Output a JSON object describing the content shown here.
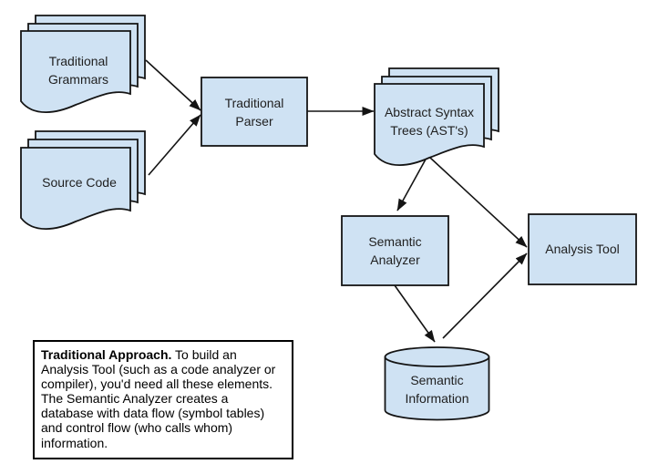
{
  "colors": {
    "canvas_bg": "#ffffff",
    "shape_fill": "#cfe2f3",
    "shape_stroke": "#141414",
    "text_color": "#1f1f1f",
    "caption_border": "#000000"
  },
  "nodes": {
    "traditional_grammars": {
      "shape": "document-stack",
      "lines": [
        "Traditional",
        "Grammars"
      ]
    },
    "source_code": {
      "shape": "document-stack",
      "lines": [
        "Source Code"
      ]
    },
    "traditional_parser": {
      "shape": "rectangle",
      "lines": [
        "Traditional",
        "Parser"
      ]
    },
    "abstract_syntax_trees": {
      "shape": "document-stack",
      "lines": [
        "Abstract Syntax",
        "Trees (AST's)"
      ]
    },
    "semantic_analyzer": {
      "shape": "rectangle",
      "lines": [
        "Semantic",
        "Analyzer"
      ]
    },
    "analysis_tool": {
      "shape": "rectangle",
      "lines": [
        "Analysis Tool"
      ]
    },
    "semantic_information": {
      "shape": "database-cylinder",
      "lines": [
        "Semantic",
        "Information"
      ]
    }
  },
  "edges": [
    {
      "from": "traditional_grammars",
      "to": "traditional_parser"
    },
    {
      "from": "source_code",
      "to": "traditional_parser"
    },
    {
      "from": "traditional_parser",
      "to": "abstract_syntax_trees"
    },
    {
      "from": "abstract_syntax_trees",
      "to": "semantic_analyzer"
    },
    {
      "from": "abstract_syntax_trees",
      "to": "analysis_tool"
    },
    {
      "from": "semantic_analyzer",
      "to": "semantic_information"
    },
    {
      "from": "semantic_information",
      "to": "analysis_tool"
    }
  ],
  "caption": {
    "title": "Traditional Approach.",
    "body": " To build an Analysis Tool (such as a code analyzer or compiler), you'd need all these elements. The Semantic Analyzer creates a database with data flow (symbol tables) and control flow (who calls whom) information."
  }
}
